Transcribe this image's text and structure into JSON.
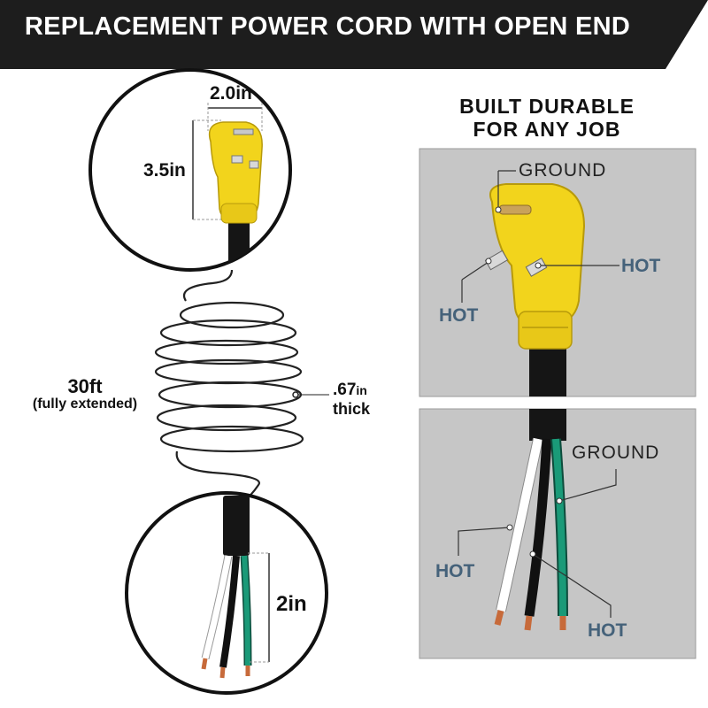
{
  "banner": {
    "title": "REPLACEMENT POWER CORD WITH OPEN END"
  },
  "colors": {
    "banner_bg": "#1d1d1d",
    "plug_yellow": "#f2d41c",
    "panel_gray": "#c6c6c6",
    "hot_label": "#45627a",
    "wire_green": "#1a9a78"
  },
  "dimensions": {
    "plug_width": "2.0in",
    "plug_height": "3.5in",
    "cord_length": "30ft",
    "cord_length_note": "(fully extended)",
    "thickness_value": ".67",
    "thickness_unit": "in",
    "thickness_word": "thick",
    "strip_length": "2in"
  },
  "panels": {
    "heading_line1": "BUILT DURABLE",
    "heading_line2": "FOR ANY JOB",
    "plug_labels": {
      "ground": "GROUND",
      "hot_right": "HOT",
      "hot_left": "HOT"
    },
    "wire_labels": {
      "ground": "GROUND",
      "hot_left": "HOT",
      "hot_right": "HOT"
    }
  }
}
